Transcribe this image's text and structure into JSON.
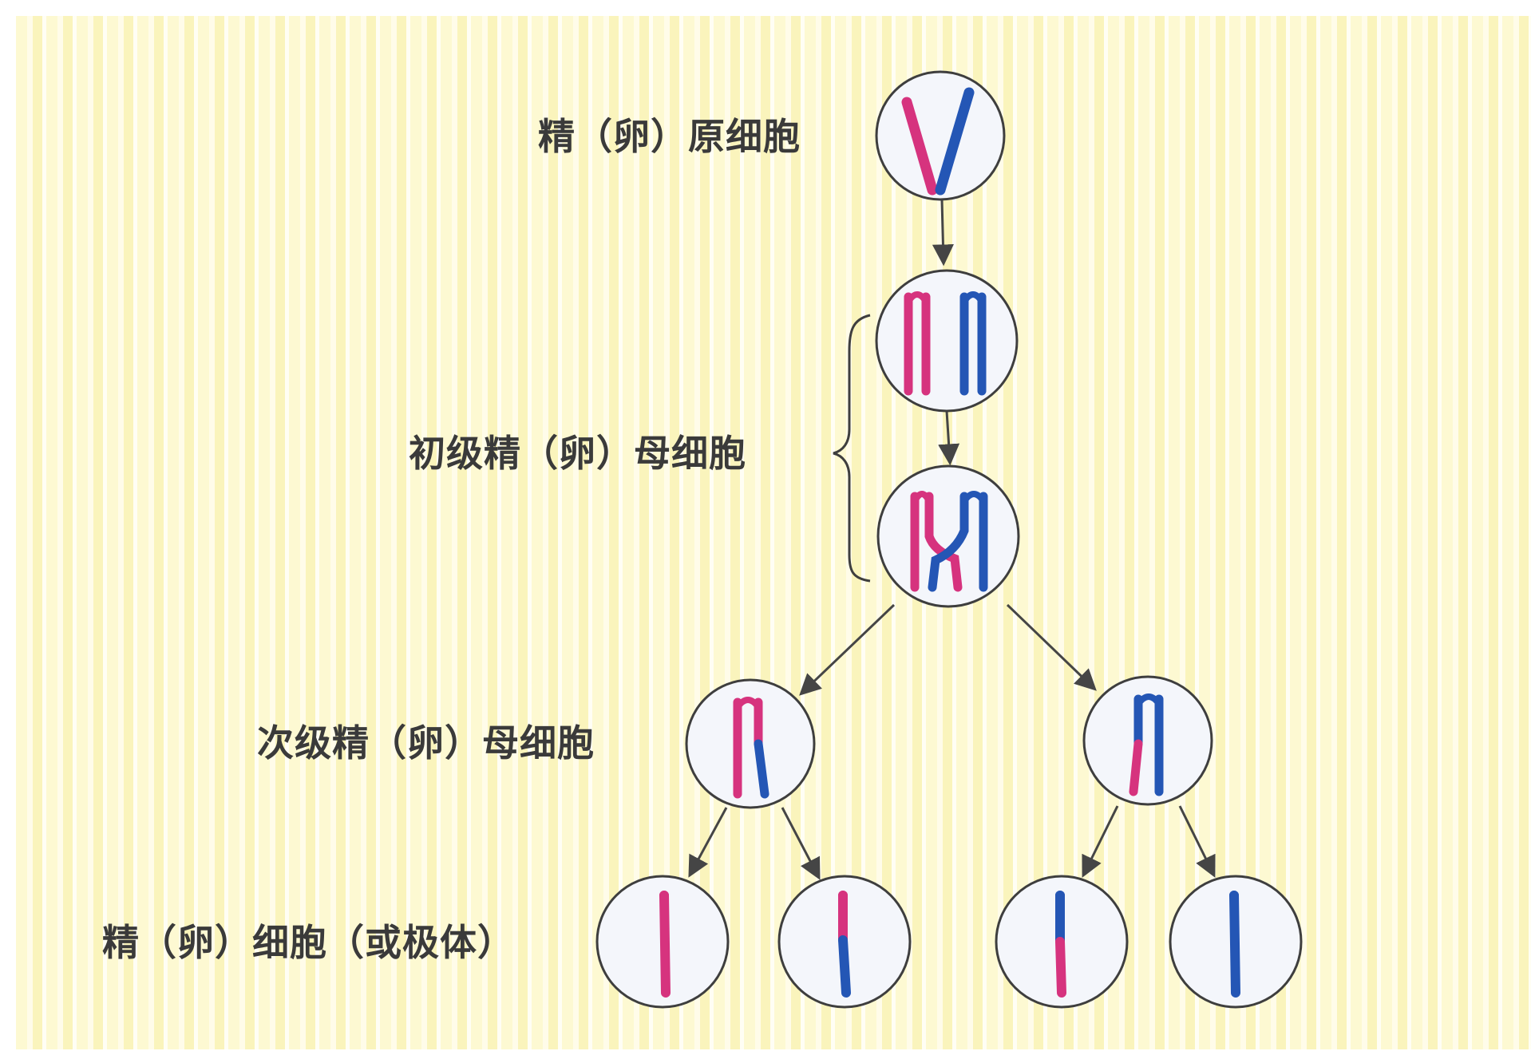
{
  "labels": {
    "spermatogonium": "精（卵）原细胞",
    "primary": "初级精（卵）母细胞",
    "secondary": "次级精（卵）母细胞",
    "gamete": "精（卵）细胞（或极体）"
  },
  "colors": {
    "maternal": "#d6337e",
    "paternal": "#2456b5",
    "cell_fill": "#f4f6fb",
    "cell_stroke": "#3e3e3e",
    "arrow": "#454545"
  }
}
